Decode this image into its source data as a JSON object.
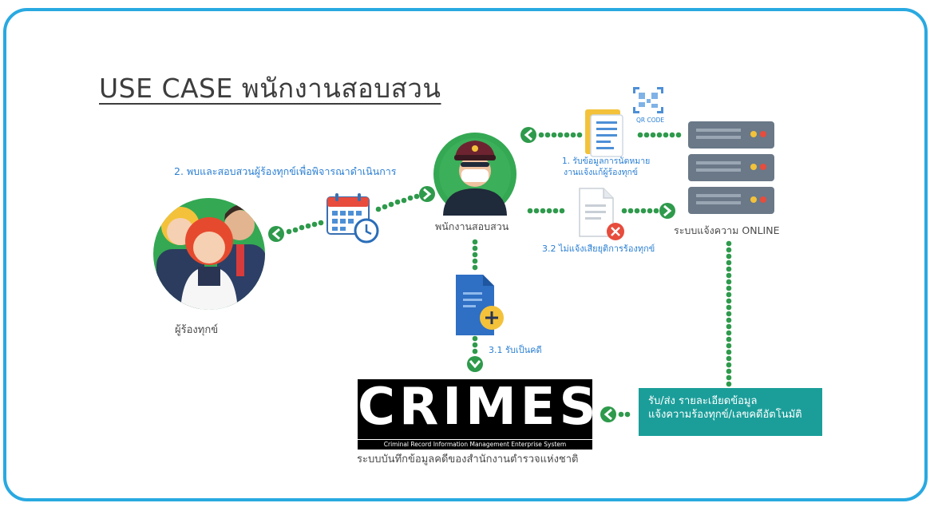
{
  "title": "USE CASE พนักงานสอบสวน",
  "actors": {
    "complainant_label": "ผู้ร้องทุกข์",
    "officer_label": "พนักงานสอบสวน",
    "server_label": "ระบบแจ้งความ ONLINE"
  },
  "steps": {
    "step1_line1": "1. รับข้อมูลการนัดหมาย",
    "step1_line2": "งานแจ้งแก้ผู้ร้องทุกข์",
    "step2": "2. พบและสอบสวนผู้ร้องทุกข์เพื่อพิจารณาดำเนินการ",
    "step3_1": "3.1 รับเป็นคดี",
    "step3_2": "3.2 ไม่แจ้งเสียยุติการร้องทุกข์"
  },
  "qr_label": "QR CODE",
  "teal_box": {
    "line1": "รับ/ส่ง รายละเอียดข้อมูล",
    "line2": "แจ้งความร้องทุกข์/เลขคดีอัตโนมัติ"
  },
  "crimes": {
    "logo": "CRIMES",
    "subtitle": "Criminal Record Information Management Enterprise System",
    "caption": "ระบบบันทึกข้อมูลคดีของสำนักงานตำรวจแห่งชาติ"
  },
  "colors": {
    "frame": "#29a9e1",
    "connector": "#2e9a4b",
    "teal": "#1b9e9a",
    "accent_blue": "#2a7fd4"
  }
}
